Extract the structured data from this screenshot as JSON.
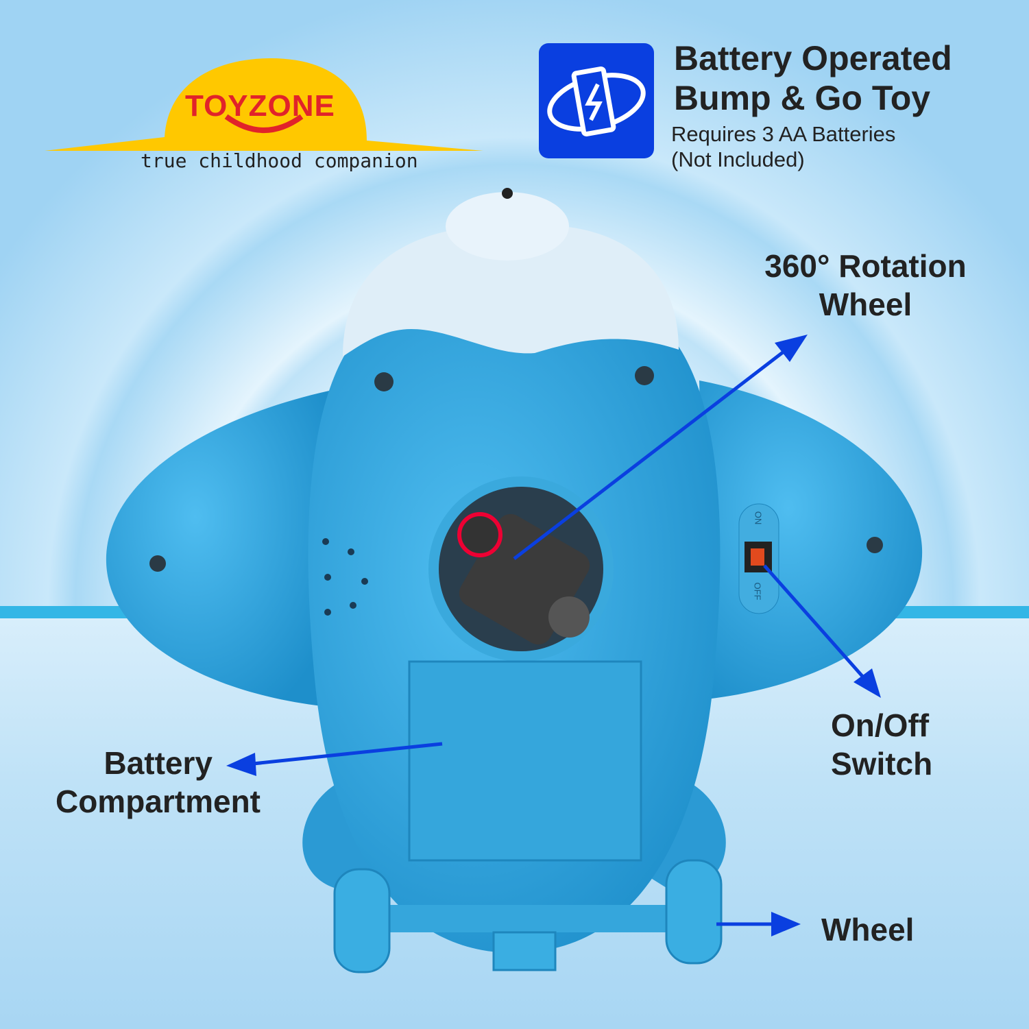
{
  "logo": {
    "brand": "TOYZONE",
    "tagline": "true childhood companion"
  },
  "header": {
    "icon": "battery-rotation-icon",
    "title_line1": "Battery Operated",
    "title_line2": "Bump & Go Toy",
    "sub_line1": "Requires 3 AA Batteries",
    "sub_line2": "(Not Included)"
  },
  "callouts": {
    "rotation": {
      "line1": "360° Rotation",
      "line2": "Wheel"
    },
    "switch": {
      "line1": "On/Off",
      "line2": "Switch",
      "on": "ON",
      "off": "OFF"
    },
    "battery": {
      "line1": "Battery",
      "line2": "Compartment"
    },
    "wheel": "Wheel"
  },
  "colors": {
    "accent": "#0a3fe0",
    "toy": "#2fa3dc",
    "logo_yellow": "#ffc800",
    "logo_red": "#e1232a"
  }
}
